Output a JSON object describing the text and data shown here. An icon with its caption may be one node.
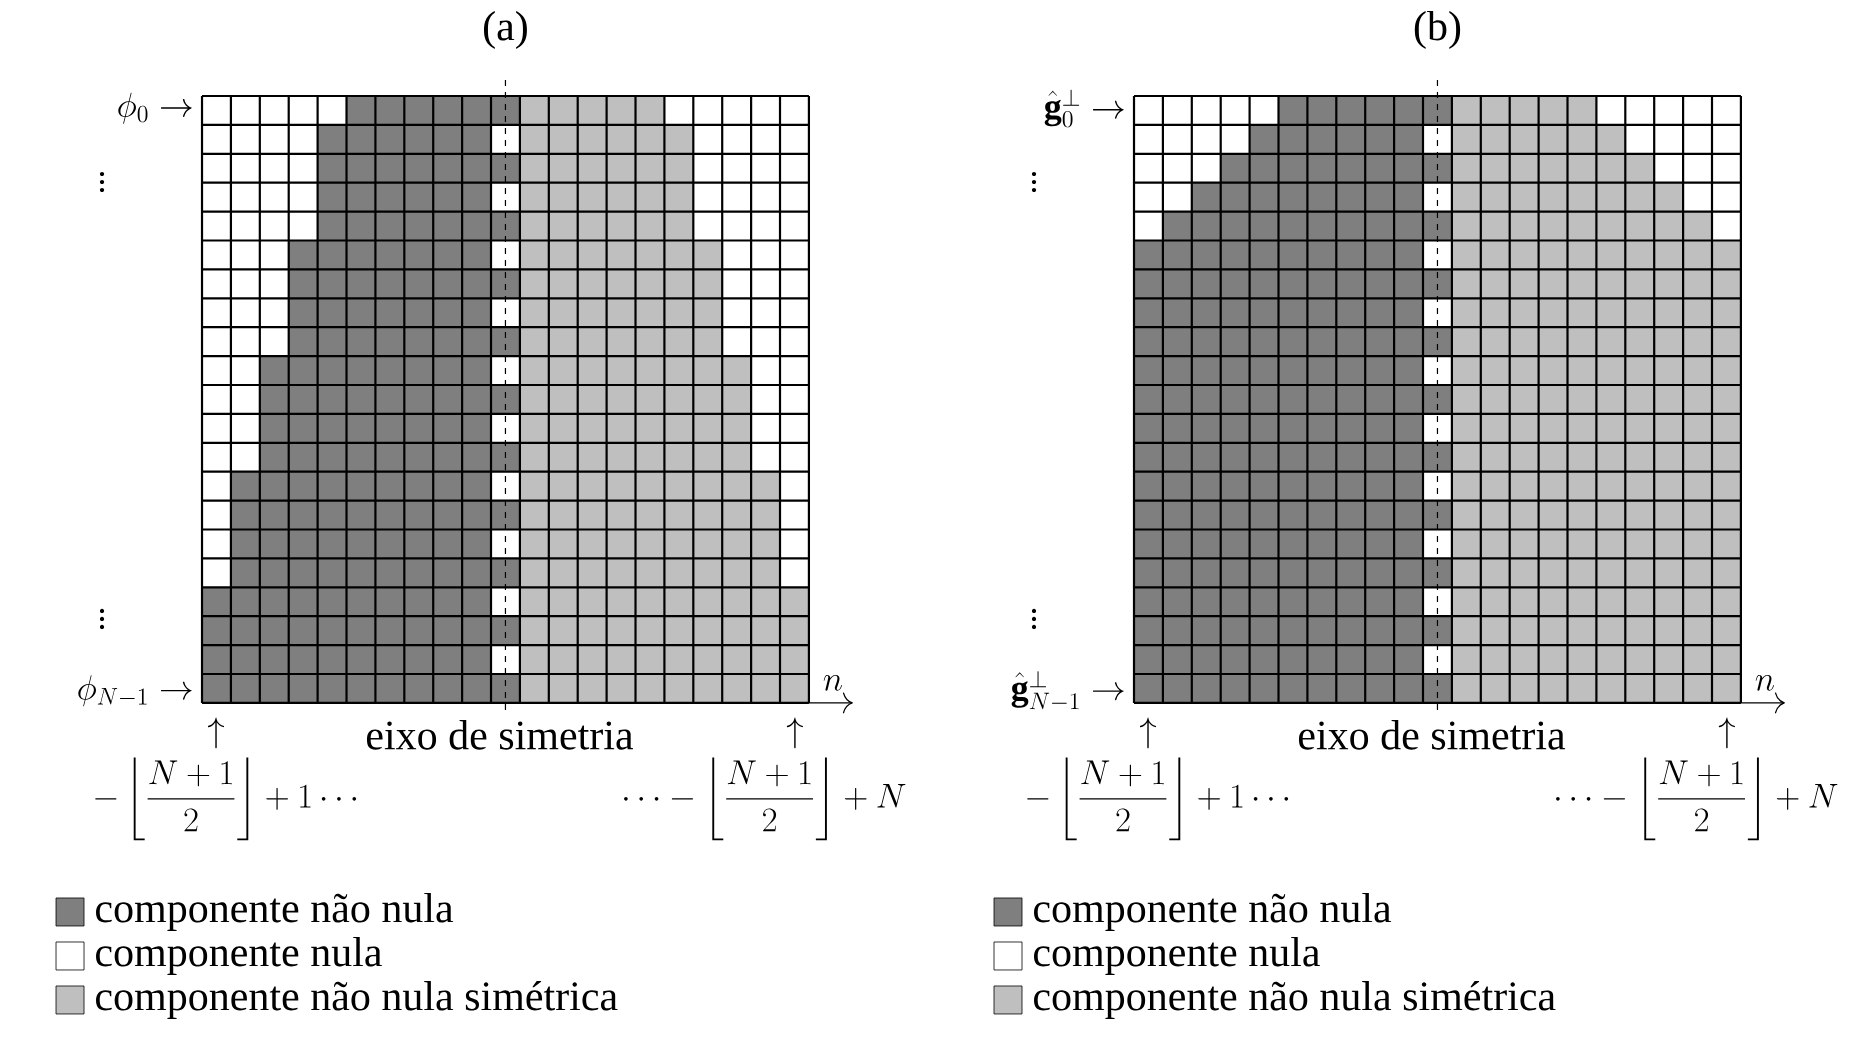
{
  "diagram": {
    "labels": [
      "(a)",
      "(b)",
      "\\phi_0 \\rightarrow",
      "\\vdots",
      "\\vdots",
      "\\phi_{N-1} \\rightarrow",
      "n",
      "\\uparrow",
      "eixo de simetria",
      "\\uparrow",
      "-\\left\\lfloor\\frac{N+1}{2}\\right\\rfloor+1\\cdots",
      "\\cdots-\\left\\lfloor\\frac{N+1}{2}\\right\\rfloor+N",
      "\\hat{\\mathbf{g}}_0^{\\perp} \\rightarrow",
      "\\vdots",
      "\\vdots",
      "\\hat{\\mathbf{g}}_{N-1}^{\\perp} \\rightarrow",
      "n",
      "\\uparrow",
      "eixo de simetria",
      "\\uparrow",
      "-\\left\\lfloor\\frac{N+1}{2}\\right\\rfloor+1\\cdots",
      "\\cdots-\\left\\lfloor\\frac{N+1}{2}\\right\\rfloor+N"
    ],
    "legend": [
      {
        "text": "componente não nula",
        "color": "#7f7f7f"
      },
      {
        "text": "componente nula"
      },
      {
        "text": "componente não nula simétrica",
        "color": "#bfbfbf"
      },
      {
        "text": "componente não nula",
        "color": "#7f7f7f"
      },
      {
        "text": "componente nula"
      },
      {
        "text": "componente não nula simétrica",
        "color": "#bfbfbf"
      }
    ]
  }
}
